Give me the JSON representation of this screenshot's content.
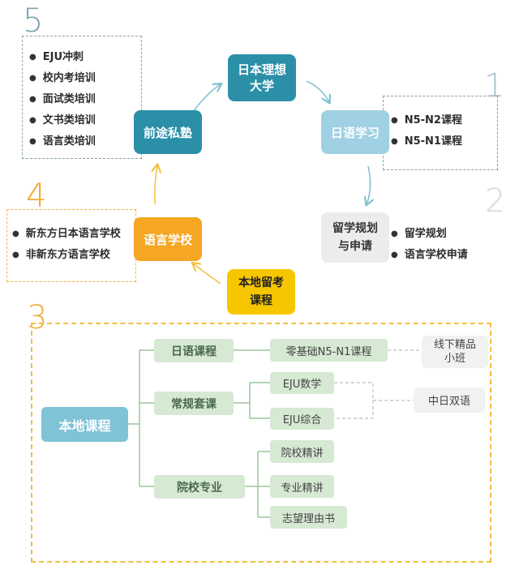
{
  "cycle": {
    "japan_univ": "日本理想大学",
    "japanese_study": "日语学习",
    "study_abroad": "留学规划与申请",
    "local_exam": "本地留考课程",
    "language_school": "语言学校",
    "prep_school": "前途私塾"
  },
  "sections": {
    "s1": {
      "number": "1",
      "items": [
        "N5-N2课程",
        "N5-N1课程"
      ]
    },
    "s2": {
      "number": "2",
      "items": [
        "留学规划",
        "语言学校申请"
      ]
    },
    "s3": {
      "number": "3"
    },
    "s4": {
      "number": "4",
      "items": [
        "新东方日本语言学校",
        "非新东方语言学校"
      ]
    },
    "s5": {
      "number": "5",
      "items": [
        "EJU冲刺",
        "校内考培训",
        "面试类培训",
        "文书类培训",
        "语言类培训"
      ]
    }
  },
  "tree": {
    "root": "本地课程",
    "branches": [
      "日语课程",
      "常规套课",
      "院校专业"
    ],
    "japanese_leaves": [
      "零基础N5-N1课程"
    ],
    "regular_leaves": [
      "EJU数学",
      "EJU综合"
    ],
    "major_leaves": [
      "院校精讲",
      "专业精讲",
      "志望理由书"
    ],
    "tag_offline": "线下精品小班",
    "tag_bilingual": "中日双语"
  },
  "colors": {
    "teal": "#2b8fa8",
    "light_teal": "#9fd0e3",
    "orange": "#f5a623",
    "gold": "#f6c700",
    "grey_box": "#ececec",
    "green_box": "#d6e9d3",
    "dash_grey": "#8aa3a8",
    "dash_orange": "#f0b040"
  }
}
